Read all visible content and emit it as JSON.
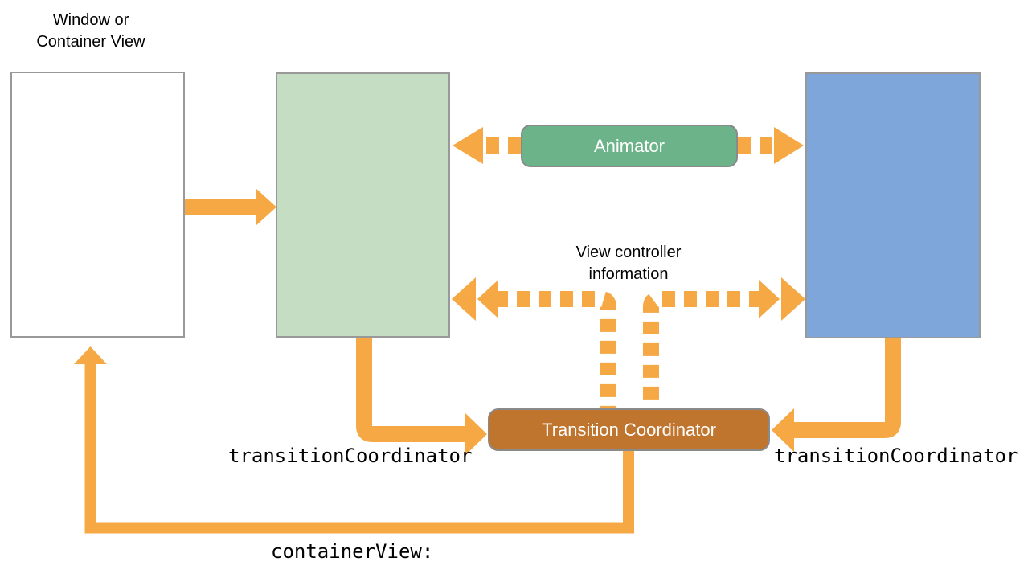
{
  "diagram": {
    "labels": {
      "window_container": "Window or\nContainer View",
      "view_controller_info": "View controller\ninformation",
      "transition_coordinator_left": "transitionCoordinator",
      "transition_coordinator_right": "transitionCoordinator",
      "container_view": "containerView:"
    },
    "nodes": {
      "animator": "Animator",
      "transition_coordinator": "Transition Coordinator"
    },
    "colors": {
      "arrow_orange": "#F5A843",
      "green_box_fill": "#C5DEC3",
      "blue_box_fill": "#7EA6DB",
      "animator_fill": "#6CB389",
      "transition_coordinator_fill": "#C0752F",
      "box_border": "#999999",
      "node_text": "#FFFFFF",
      "text_black": "#000000",
      "background": "#FFFFFF"
    }
  }
}
